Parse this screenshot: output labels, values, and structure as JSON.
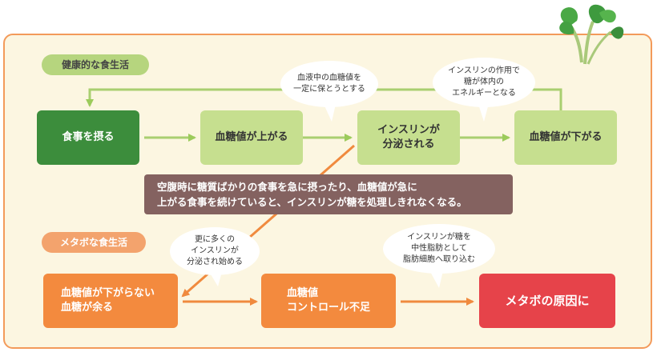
{
  "healthy": {
    "label": "健康的な食生活",
    "boxes": {
      "eat": "食事を摂る",
      "sugar_up": "血糖値が上がる",
      "insulin": "インスリンが\n分泌される",
      "sugar_down": "血糖値が下がる"
    },
    "bubbles": {
      "keep_level": "血液中の血糖値を\n一定に保とうとする",
      "energy": "インスリンの作用で\n糖が体内の\nエネルギーとなる"
    }
  },
  "note": "空腹時に糖質ばかりの食事を急に摂ったり、血糖値が急に\n上がる食事を続けていると、インスリンが糖を処理しきれなくなる。",
  "metabo": {
    "label": "メタボな食生活",
    "boxes": {
      "excess": "血糖値が下がらない\n血糖が余る",
      "uncontrolled": "血糖値\nコントロール不足",
      "cause": "メタボの原因に"
    },
    "bubbles": {
      "more_insulin": "更に多くの\nインスリンが\n分泌され始める",
      "fat_store": "インスリンが糖を\n中性脂肪として\n脂肪細胞へ取り込む"
    }
  },
  "colors": {
    "panel_bg": "#fcf6e1",
    "panel_border": "#f39a5a",
    "green_dark": "#3c8d3c",
    "green_light": "#c6df8f",
    "orange": "#f38a3e",
    "red": "#e6434a",
    "note_bg": "#846260"
  },
  "icons": [
    "leafy-vegetable-icon"
  ]
}
